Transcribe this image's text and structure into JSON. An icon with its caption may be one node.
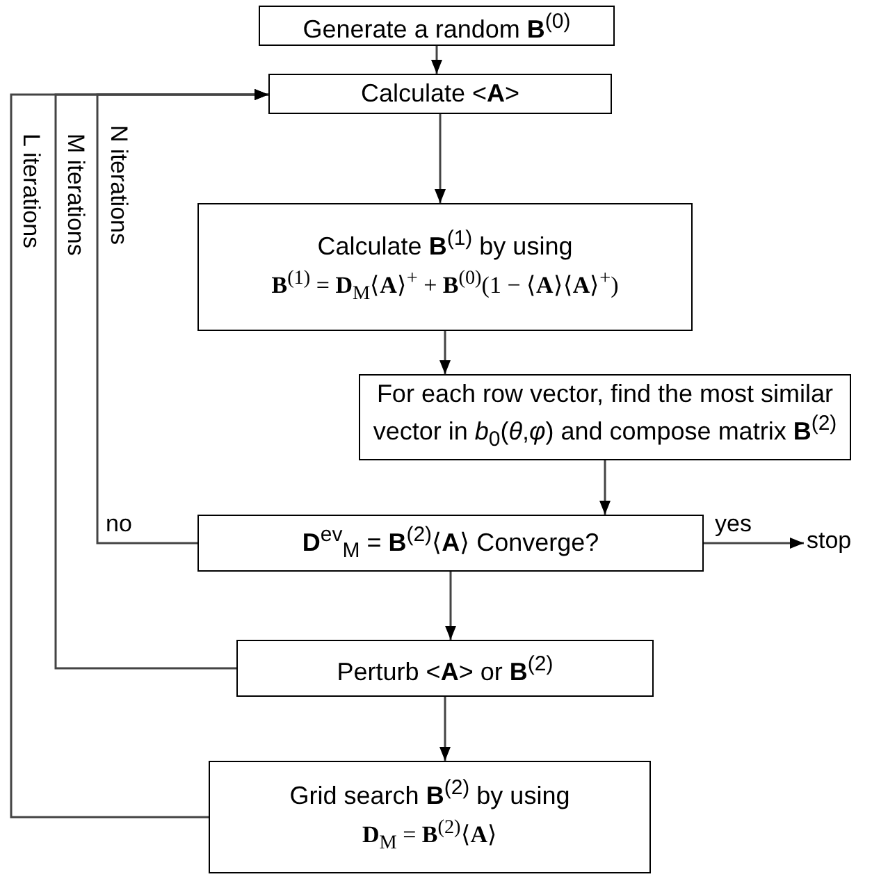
{
  "diagram": {
    "nodes": [
      {
        "text": [
          "Generate a random **B**$^{(0)}$"
        ]
      },
      {
        "text": [
          "Calculate <**A**>"
        ]
      },
      {
        "text": [
          "Calculate **B**$^{(1)}$ by using",
          "**B**$^{(1)}$ = **D**$_{M}$⟨**A**⟩$^{+}$ + **B**$^{(0)}$(1 − ⟨**A**⟩⟨**A**⟩$^{+}$)"
        ]
      },
      {
        "text": [
          "For each row vector, find the most similar vector in *b*$_{0}$(*θ*,*φ*) and compose matrix **B**$^{(2)}$"
        ]
      },
      {
        "text": [
          "**D**$^{ev}$$_{M}$ = **B**$^{(2)}$⟨**A**⟩ Converge?"
        ]
      },
      {
        "text": [
          "Perturb <**A**> or **B**$^{(2)}$"
        ]
      },
      {
        "text": [
          "Grid search **B**$^{(2)}$ by using",
          "**D**$_{M}$ = **B**$^{(2)}$⟨**A**⟩"
        ]
      },
      {
        "text": [
          "stop"
        ]
      }
    ],
    "edges": [
      {
        "from": 0,
        "to": 1,
        "arrow": "to"
      },
      {
        "from": 1,
        "to": 2,
        "arrow": "to"
      },
      {
        "from": 2,
        "to": 3,
        "arrow": "to"
      },
      {
        "from": 3,
        "to": 4,
        "arrow": "to"
      },
      {
        "from": 4,
        "to": 7,
        "arrow": "to",
        "label": "yes"
      },
      {
        "from": 4,
        "to": 1,
        "arrow": "to",
        "label": "no"
      },
      {
        "from": 4,
        "to": 5,
        "arrow": "to"
      },
      {
        "from": 5,
        "to": 1,
        "arrow": "to",
        "label": "M iterations"
      },
      {
        "from": 5,
        "to": 6,
        "arrow": "to"
      },
      {
        "from": 6,
        "to": 1,
        "arrow": "to",
        "label": "L iterations"
      }
    ],
    "labels": [
      "N iterations"
    ]
  }
}
